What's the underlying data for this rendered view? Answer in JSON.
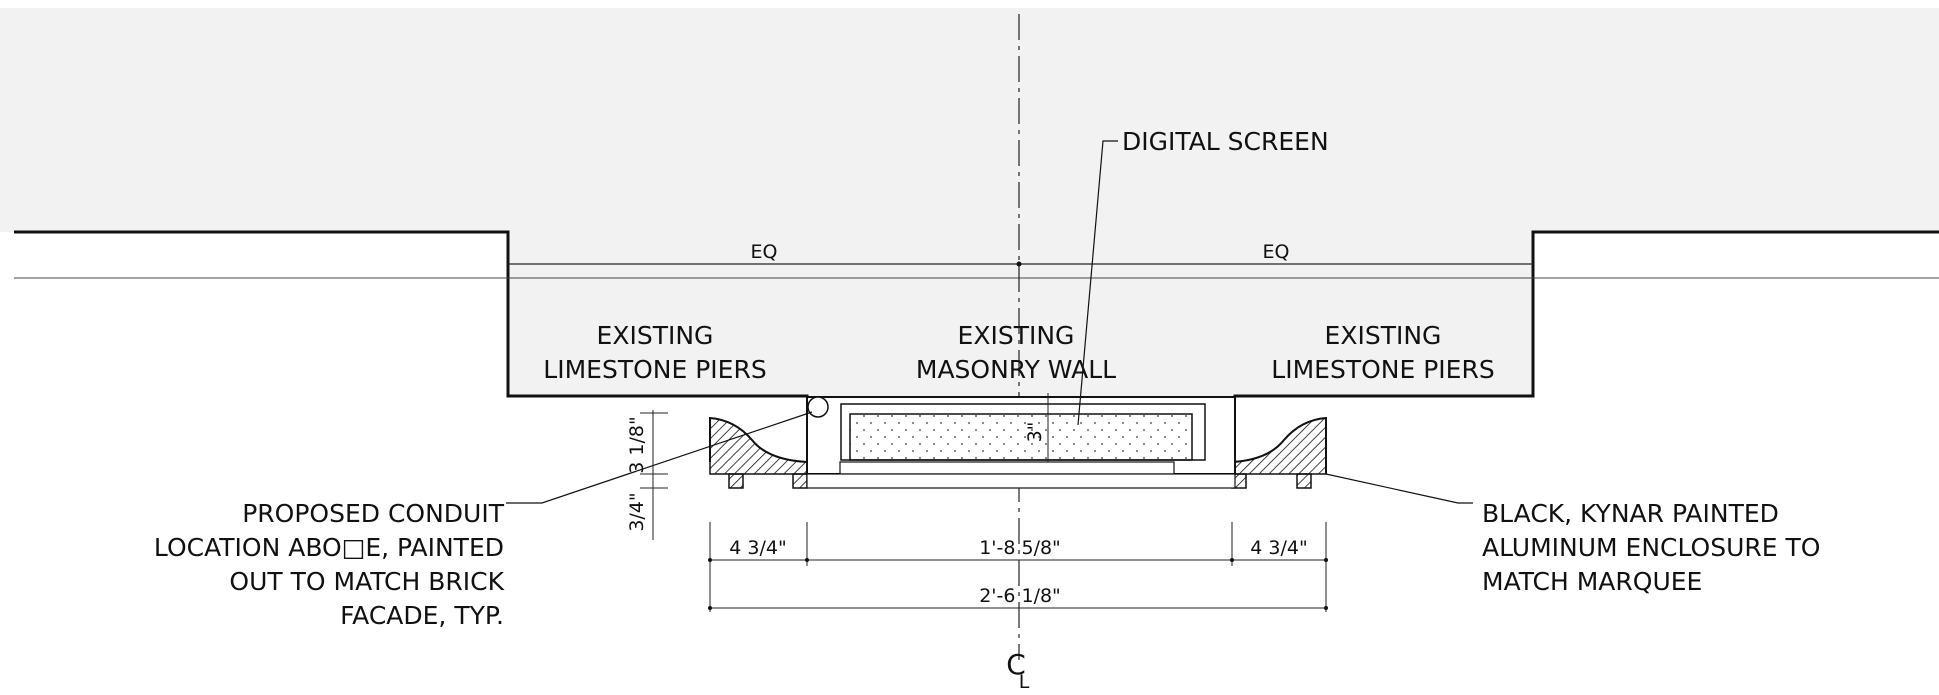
{
  "labels": {
    "digital_screen": "DIGITAL SCREEN",
    "eq_left": "EQ",
    "eq_right": "EQ",
    "pier_left_1": "EXISTING",
    "pier_left_2": "LIMESTONE PIERS",
    "wall_1": "EXISTING",
    "wall_2": "MASONRY WALL",
    "pier_right_1": "EXISTING",
    "pier_right_2": "LIMESTONE PIERS",
    "conduit_1": "PROPOSED CONDUIT",
    "conduit_2": "LOCATION ABO□E, PAINTED",
    "conduit_3": "OUT TO MATCH BRICK",
    "conduit_4": "FACADE, TYP.",
    "enclosure_1": "BLACK, KYNAR PAINTED",
    "enclosure_2": "ALUMINUM ENCLOSURE TO",
    "enclosure_3": "MATCH MARQUEE"
  },
  "dimensions": {
    "d_3in": "3\"",
    "d_3_1_8": "3 1/8\"",
    "d_3_4": "3/4\"",
    "d_4_3_4_left": "4 3/4\"",
    "d_center": "1'-8 5/8\"",
    "d_4_3_4_right": "4 3/4\"",
    "d_overall": "2'-6 1/8\""
  },
  "centerline": {
    "c": "C",
    "l": "L"
  }
}
